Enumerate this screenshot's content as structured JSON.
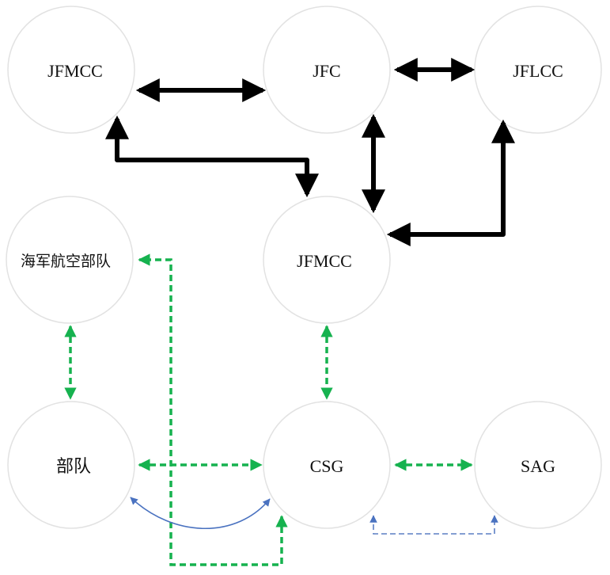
{
  "nodes": {
    "jfmcc_top": {
      "label": "JFMCC"
    },
    "jfc": {
      "label": "JFC"
    },
    "jflcc": {
      "label": "JFLCC"
    },
    "naval_aviation": {
      "label": "海军航空部队"
    },
    "jfmcc_mid": {
      "label": "JFMCC"
    },
    "units": {
      "label": "部队"
    },
    "csg": {
      "label": "CSG"
    },
    "sag": {
      "label": "SAG"
    }
  },
  "colors": {
    "circle_stroke": "#e2e2e2",
    "black_link": "#000000",
    "green_dashed_link": "#16b24f",
    "blue_link": "#4a72c0"
  }
}
